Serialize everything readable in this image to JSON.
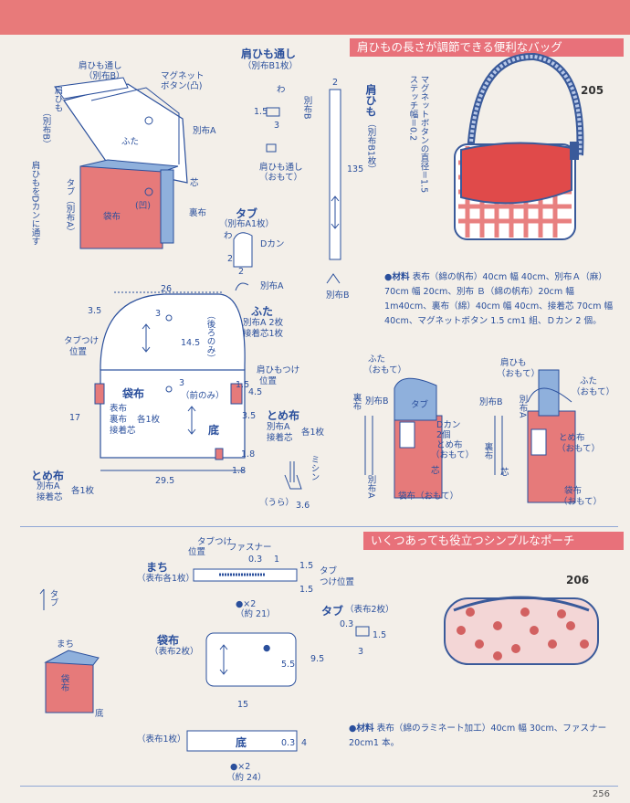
{
  "section1": {
    "header": "肩ひもの長さが調節できる便利なバッグ",
    "number": "205",
    "materials_label": "●材料",
    "materials": "表布（綿の帆布）40cm 幅 40cm、別布Ａ（麻）70cm 幅 20cm、別布 Ｂ（綿の帆布）20cm 幅 1m40cm、裏布（綿）40cm 幅 40cm、接着芯 70cm 幅 40cm、マグネットボタン 1.5 cm1 組、Ｄカン 2 個。",
    "stitch_note": "マグネットボタンの直径＝1.5",
    "stitch_note2": "ステッチ幅＝0.2",
    "overview": {
      "strap_loop": "肩ひも通し",
      "strap_loop_b": "（別布B）",
      "strap": "肩ひも",
      "strap_b": "（別布B）",
      "dkan_note": "肩ひもをDカンに通す",
      "magnet": "マグネット",
      "magnet2": "ボタン(凸)",
      "flap": "ふた",
      "bessa": "別布A",
      "shin": "芯",
      "lining": "裏布",
      "tab": "タブ（別布A）",
      "body": "袋布",
      "concave": "(凹)"
    },
    "loop_part": {
      "title": "肩ひも通し",
      "sub": "（別布B1枚）",
      "wa": "わ",
      "dim1": "1.5",
      "dim2": "3",
      "bessa_b": "別布B",
      "omote": "肩ひも通し（おもて）"
    },
    "strap_part": {
      "title": "肩ひも",
      "sub": "（別布B1枚）",
      "w": "2",
      "len": "135",
      "bessa_b": "別布B"
    },
    "tab_part": {
      "title": "タブ",
      "sub": "（別布A1枚）",
      "wa": "わ",
      "dkan": "Dカン",
      "d1": "2",
      "d2": "2",
      "bessa_a": "別布A"
    },
    "main_pattern": {
      "w26": "26",
      "d35": "3.5",
      "d3": "3",
      "d145": "14.5",
      "ushiro": "（後ろのみ）",
      "futa": "ふた",
      "futa_sub": "別布A 2枚",
      "futa_sub2": "接着芯1枚",
      "tabpos": "タブつけ",
      "tabpos2": "位置",
      "tomeruo": "肩ひもつけ",
      "tomeruo2": "位置",
      "d15": "1.5",
      "d45": "4.5",
      "d35b": "3.5",
      "bag": "袋布",
      "bag_sub": "表布",
      "bag_sub2": "裏布",
      "bag_sub3": "接着芯",
      "bag_each": "各1枚",
      "mae": "（前のみ）",
      "d3b": "3",
      "soko": "底",
      "tome": "とめ布",
      "tome_sub": "別布A",
      "tome_sub2": "接着芯",
      "tome_each": "各1枚",
      "d17": "17",
      "d18": "1.8",
      "d18b": "1.8",
      "w295": "29.5",
      "ltome": "とめ布",
      "ltome_sub": "別布A",
      "ltome_sub2": "接着芯",
      "ltome_each": "各1枚",
      "mishin": "ミシン",
      "ura": "（うら）",
      "d36": "3.6"
    },
    "assembly1": {
      "futa": "ふた",
      "omote": "（おもて）",
      "ura": "裏布",
      "bessa_b": "別布B",
      "tab": "タブ",
      "dkan": "Dカン",
      "dkan2": "2個",
      "tome": "とめ布",
      "tome2": "（おもて）",
      "shin": "芯",
      "bessa_a": "別布A",
      "fukuro": "袋布（おもて）"
    },
    "assembly2": {
      "strap": "肩ひも",
      "omote": "（おもて）",
      "futa": "ふた",
      "futa2": "（おもて）",
      "bessa_b": "別布B",
      "bessa_a": "別布A",
      "tome": "とめ布",
      "tome2": "（おもて）",
      "ura": "裏布",
      "shin": "芯",
      "fukuro": "袋布",
      "fukuro2": "（おもて）"
    }
  },
  "section2": {
    "header": "いくつあっても役立つシンプルなポーチ",
    "number": "206",
    "materials_label": "●材料",
    "materials": "表布（綿のラミネート加工）40cm 幅 30cm、ファスナー 20cm1 本。",
    "machi": {
      "title": "まち",
      "sub": "（表布各1枚）",
      "tabpos": "タブつけ",
      "tabpos2": "位置",
      "zipper": "ファスナー",
      "d03": "0.3",
      "d1": "1",
      "d15a": "1.5",
      "d15b": "1.5",
      "tab": "タブ",
      "tab2": "つけ位置",
      "x2": "●×2",
      "approx": "（約 21）"
    },
    "tab": {
      "title": "タブ",
      "sub": "（表布2枚）",
      "d03": "0.3",
      "d15": "1.5",
      "d3": "3"
    },
    "bag": {
      "title": "袋布",
      "sub": "（表布2枚）",
      "mark": "●",
      "d55": "5.5",
      "d95": "9.5",
      "d15": "15"
    },
    "bottom": {
      "sub": "（表布1枚）",
      "title": "底",
      "d03": "0.3",
      "d4": "4",
      "x2": "●×2",
      "approx": "（約 24）"
    },
    "mini": {
      "tab": "タブ",
      "machi": "まち",
      "fukuro": "袋布",
      "soko": "底"
    }
  },
  "page_number": "256"
}
